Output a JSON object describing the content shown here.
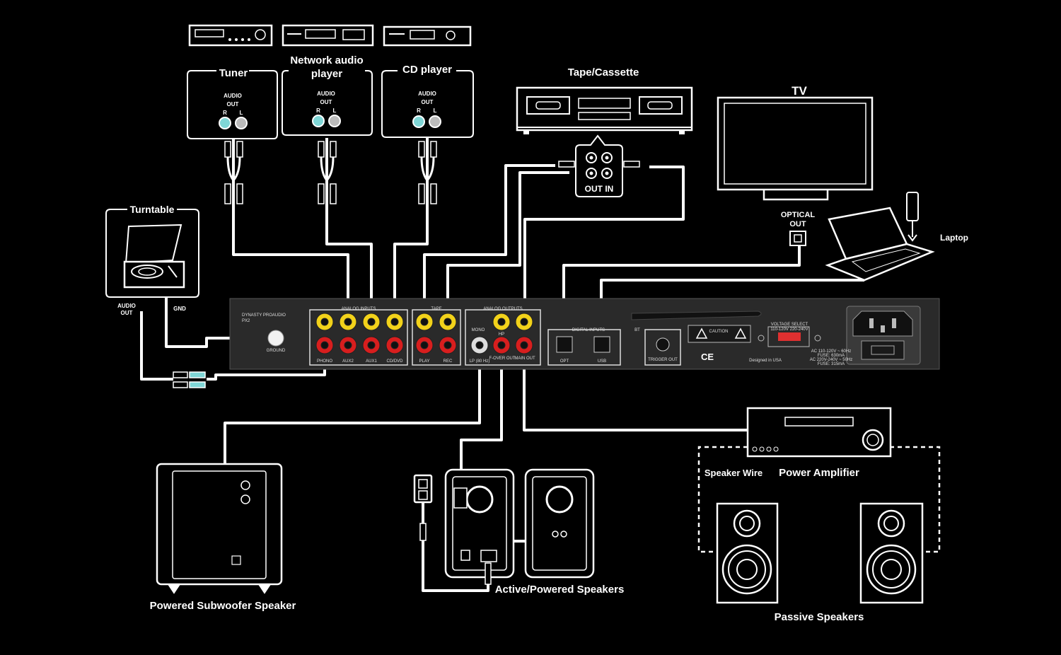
{
  "sources": {
    "tuner": {
      "title": "Tuner",
      "audio": "AUDIO",
      "out": "OUT",
      "r": "R",
      "l": "L"
    },
    "network": {
      "title_line1": "Network audio",
      "title_line2": "player",
      "audio": "AUDIO",
      "out": "OUT",
      "r": "R",
      "l": "L"
    },
    "cd": {
      "title": "CD player",
      "audio": "AUDIO",
      "out": "OUT",
      "r": "R",
      "l": "L"
    }
  },
  "tape": {
    "title": "Tape/Cassette",
    "ports_label": "OUT IN"
  },
  "tv": {
    "title": "TV",
    "optical_line1": "OPTICAL",
    "optical_line2": "OUT"
  },
  "laptop": {
    "title": "Laptop"
  },
  "turntable": {
    "title": "Turntable",
    "audio_out_line1": "AUDIO",
    "audio_out_line2": "OUT",
    "gnd": "GND"
  },
  "preamp": {
    "brand": "DYNASTY PROAUDIO",
    "model": "PX2",
    "ground": "GROUND",
    "analog_inputs": "ANALOG INPUTS",
    "inputs": [
      "PHONO",
      "AUX2",
      "AUX1",
      "CD/DVD"
    ],
    "tape": "TAPE",
    "tape_ports": [
      "PLAY",
      "REC"
    ],
    "analog_outputs": "ANALOG OUTPUTS",
    "mono": "MONO",
    "hp": "HP",
    "outputs": [
      "LP (80 Hz)",
      "F-OVER OUT",
      "MAIN OUT"
    ],
    "digital_inputs": "DIGITAL INPUTS",
    "digital_ports": [
      "OPT",
      "USB"
    ],
    "bt": "BT",
    "trigger": "TRIGGER OUT",
    "caution": "CAUTION",
    "voltage": "VOLTAGE SELECT",
    "voltage_opts": "110-120V  220-240V",
    "designed": "Designed in USA",
    "ce": "CE",
    "ac1": "AC 110-120V ~ 60Hz",
    "fuse1": "FUSE: 630mA",
    "ac2": "AC 220V-240V ~ 50Hz",
    "fuse2": "FUSE: 315mA"
  },
  "outputs": {
    "subwoofer": "Powered Subwoofer Speaker",
    "active": "Active/Powered Speakers",
    "amplifier": "Power Amplifier",
    "speaker_wire": "Speaker Wire",
    "passive": "Passive Speakers"
  },
  "colors": {
    "background": "#000000",
    "line": "#ffffff",
    "red_jack": "#d81e1e",
    "yellow_jack": "#f2d21a",
    "panel": "#2a2a2a",
    "cyan_plug": "#7fd6d6"
  }
}
